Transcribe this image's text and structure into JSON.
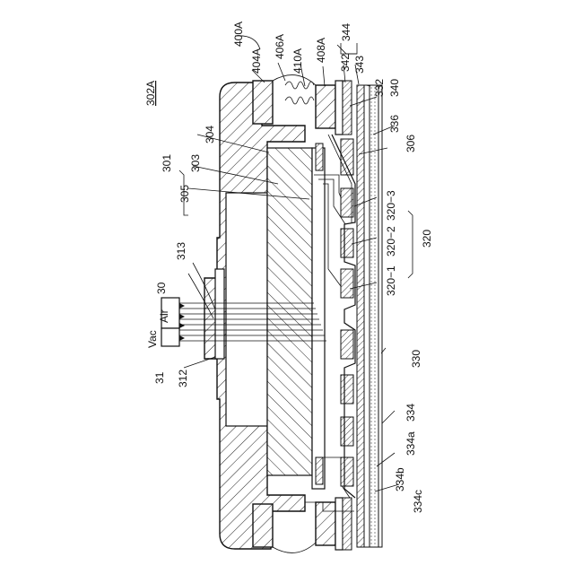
{
  "labels": {
    "l302A": "302A",
    "l400A": "400A",
    "l404A": "404A",
    "l406A": "406A",
    "l410A": "410A",
    "l408A": "408A",
    "l342": "342",
    "l344": "344",
    "l343": "343",
    "l332": "332",
    "l340": "340",
    "l336": "336",
    "l306": "306",
    "l301": "301",
    "l304": "304",
    "l303": "303",
    "l305": "305",
    "l320_3": "320−3",
    "l320_2": "320−2",
    "l320_1": "320−1",
    "l320": "320",
    "l313": "313",
    "l30": "30",
    "l31": "31",
    "lVac": "Vac",
    "lAir": "Air",
    "l312": "312",
    "l330": "330",
    "l334": "334",
    "l334a": "334a",
    "l334b": "334b",
    "l334c": "334c"
  }
}
